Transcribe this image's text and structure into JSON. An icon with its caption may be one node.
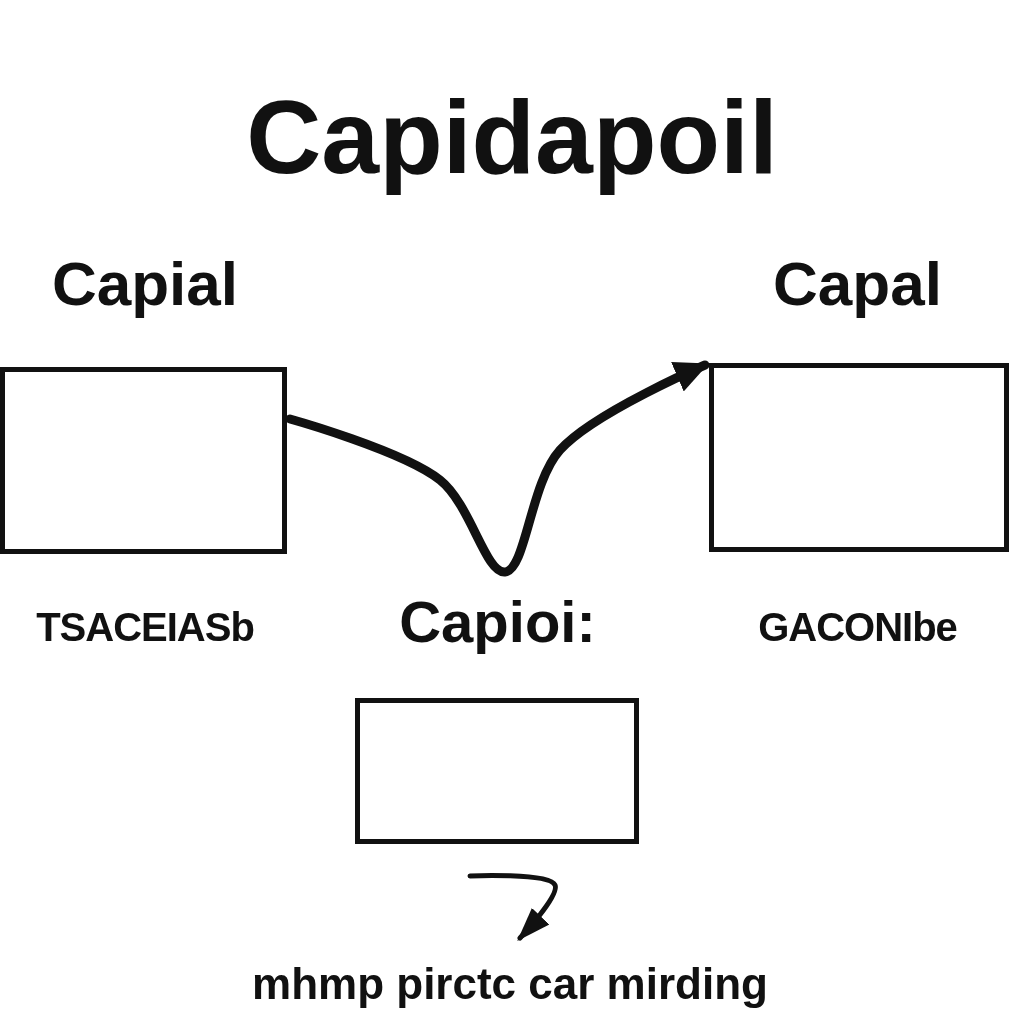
{
  "diagram": {
    "title": "Capidapoil",
    "nodes": [
      {
        "text": [
          "Capial"
        ],
        "beside": [
          "TSACEIASb"
        ]
      },
      {
        "text": [
          "Capal"
        ],
        "beside": [
          "GACONIbe"
        ]
      },
      {
        "text": [
          "Capioi:"
        ]
      },
      {
        "text": [
          "mhmp pirctc car mirding"
        ]
      }
    ],
    "edges": [
      {
        "from": 0,
        "to": 1,
        "arrow": "to",
        "style": "thick"
      },
      {
        "from": 2,
        "to": 3,
        "arrow": "to"
      }
    ]
  }
}
